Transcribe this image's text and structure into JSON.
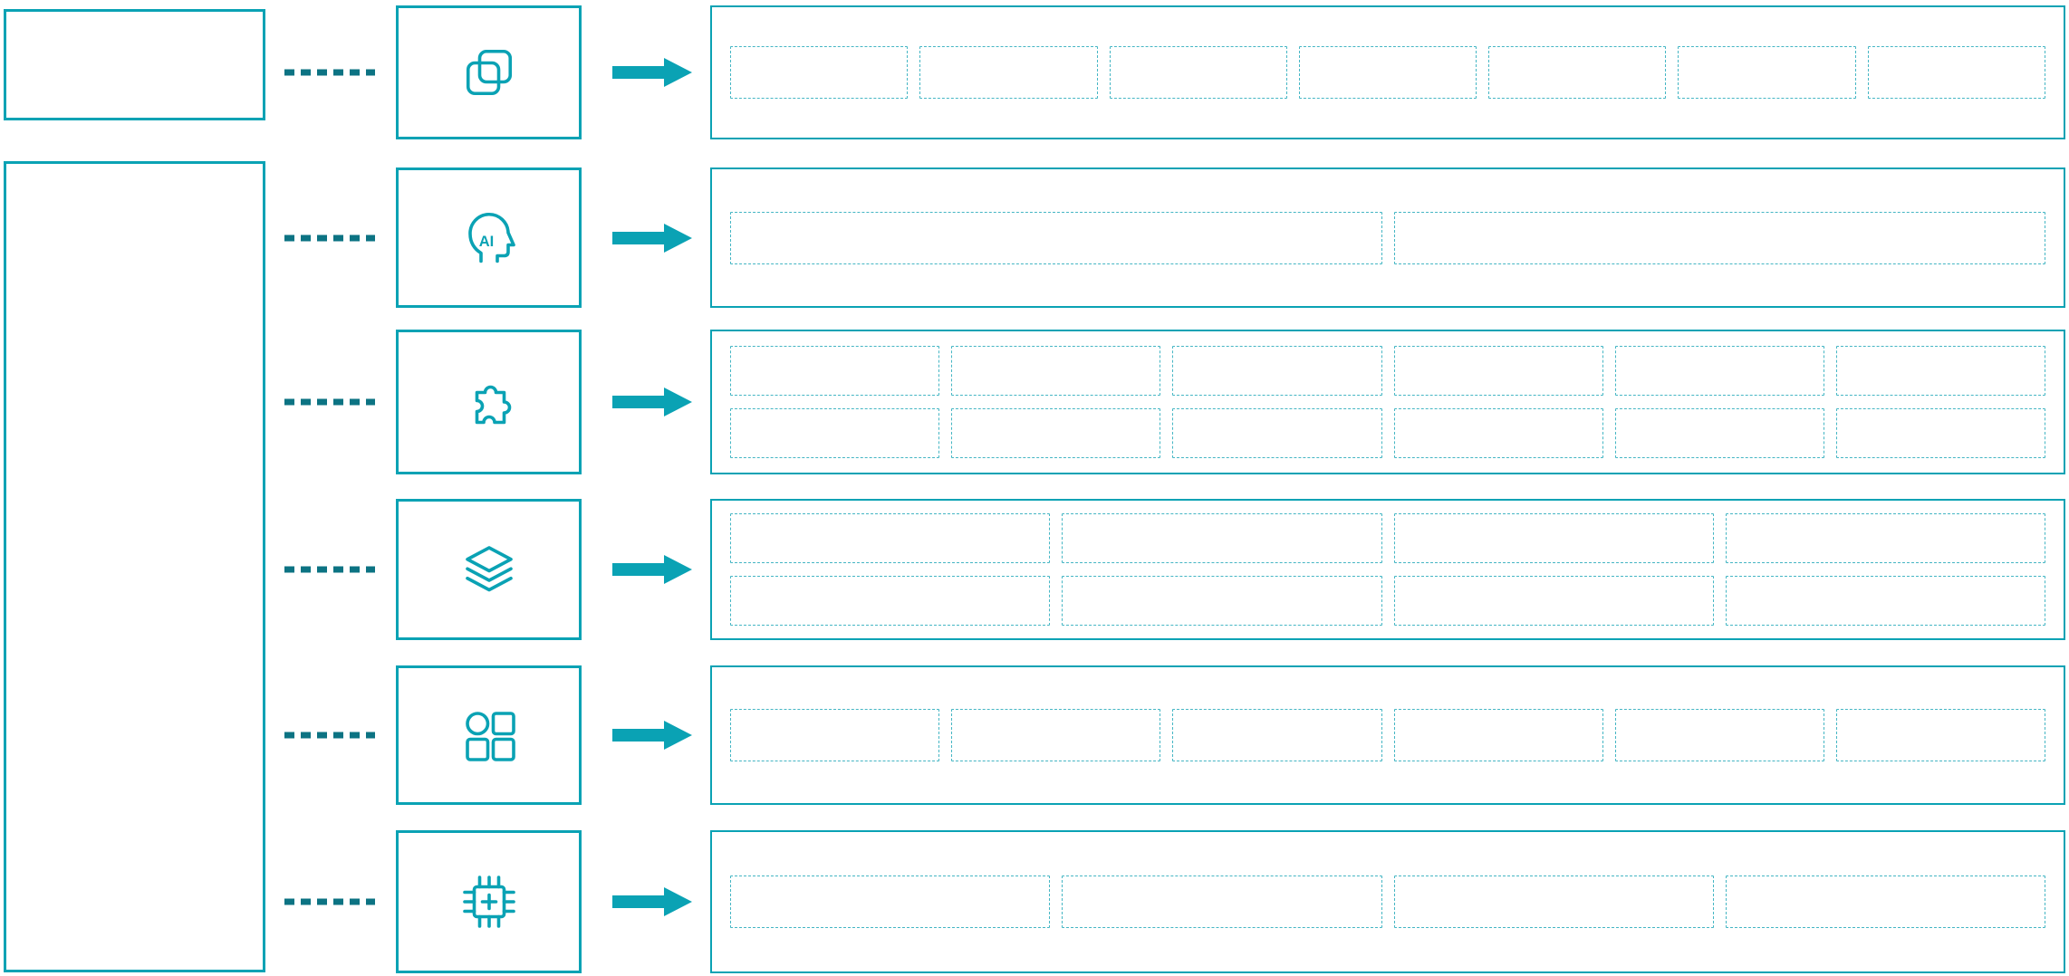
{
  "colors": {
    "accent": "#0aa2b4",
    "accent_light": "#45b6c4",
    "connector": "#0c7383",
    "background": "#ffffff"
  },
  "left_panel": {
    "top_box": {
      "text": ""
    },
    "main_box": {
      "text": ""
    }
  },
  "icon_badge_text": "AI",
  "rows": [
    {
      "icon": "overlapping-squares-icon",
      "placeholder_grid": {
        "columns": 7,
        "rows": 1
      }
    },
    {
      "icon": "ai-head-icon",
      "placeholder_grid": {
        "columns": 2,
        "rows": 1
      }
    },
    {
      "icon": "puzzle-piece-icon",
      "placeholder_grid": {
        "columns": 6,
        "rows": 2
      }
    },
    {
      "icon": "layers-icon",
      "placeholder_grid": {
        "columns": 4,
        "rows": 2
      }
    },
    {
      "icon": "app-grid-icon",
      "placeholder_grid": {
        "columns": 6,
        "rows": 1
      }
    },
    {
      "icon": "chip-plus-icon",
      "placeholder_grid": {
        "columns": 4,
        "rows": 1
      }
    }
  ]
}
